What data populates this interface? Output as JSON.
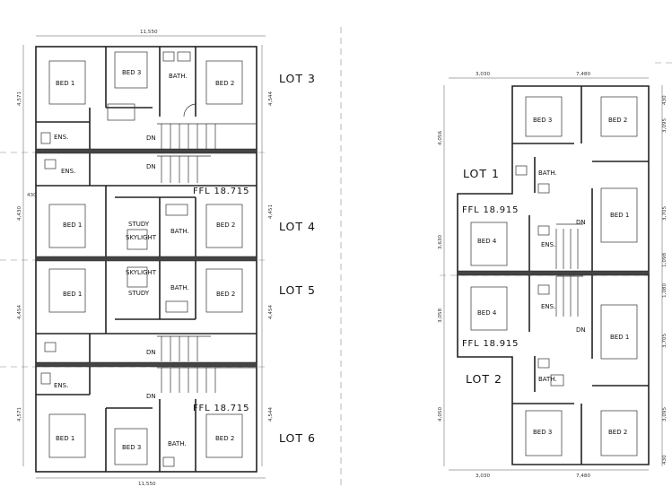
{
  "left_plan": {
    "dims": {
      "top_width": "11,550",
      "bottom_width": "11,550",
      "lot3_left": "4,571",
      "lot3_right": "4,544",
      "gap_left": "430",
      "lot4_left": "4,430",
      "lot4_right": "4,451",
      "lot5_left": "4,454",
      "lot5_right": "4,454",
      "lot6_left": "4,571",
      "lot6_right": "4,544"
    },
    "lots": [
      "LOT 3",
      "LOT 4",
      "LOT 5",
      "LOT 6"
    ],
    "ffl": [
      "FFL 18.715",
      "FFL 18.715"
    ],
    "lot3_rooms": {
      "bed1": "BED 1",
      "bed3": "BED 3",
      "bath": "BATH.",
      "bed2": "BED 2",
      "ens": "ENS.",
      "dn": "DN"
    },
    "lot4_rooms": {
      "ens": "ENS.",
      "dn": "DN",
      "bed1": "BED 1",
      "study": "STUDY",
      "skylight": "SKYLIGHT",
      "bath": "BATH.",
      "bed2": "BED 2"
    },
    "lot5_rooms": {
      "bed1": "BED 1",
      "skylight": "SKYLIGHT",
      "study": "STUDY",
      "bath": "BATH.",
      "bed2": "BED 2",
      "dn": "DN"
    },
    "lot6_rooms": {
      "ens": "ENS.",
      "dn": "DN",
      "bed1": "BED 1",
      "bed3": "BED 3",
      "bath": "BATH.",
      "bed2": "BED 2"
    }
  },
  "right_plan": {
    "dims": {
      "top_left": "3,030",
      "top_right": "7,480",
      "bottom_left": "3,030",
      "bottom_right": "7,480",
      "left_a": "4,056",
      "left_b": "3,630",
      "left_c": "3,058",
      "left_d": "4,050",
      "right_a": "430",
      "right_b": "3,095",
      "right_c": "3,705",
      "right_d": "1,098",
      "right_e": "1,080",
      "right_f": "3,705",
      "right_g": "3,095",
      "right_h": "430"
    },
    "lots": [
      "LOT 1",
      "LOT 2"
    ],
    "ffl": [
      "FFL 18.915",
      "FFL 18.915"
    ],
    "lot1_rooms": {
      "bed3": "BED 3",
      "bed2": "BED 2",
      "bath": "BATH.",
      "bed1": "BED 1",
      "bed4": "BED 4",
      "ens": "ENS.",
      "dn": "DN"
    },
    "lot2_rooms": {
      "bed4": "BED 4",
      "ens": "ENS.",
      "dn": "DN",
      "bed1": "BED 1",
      "bath": "BATH.",
      "bed3": "BED 3",
      "bed2": "BED 2"
    }
  }
}
